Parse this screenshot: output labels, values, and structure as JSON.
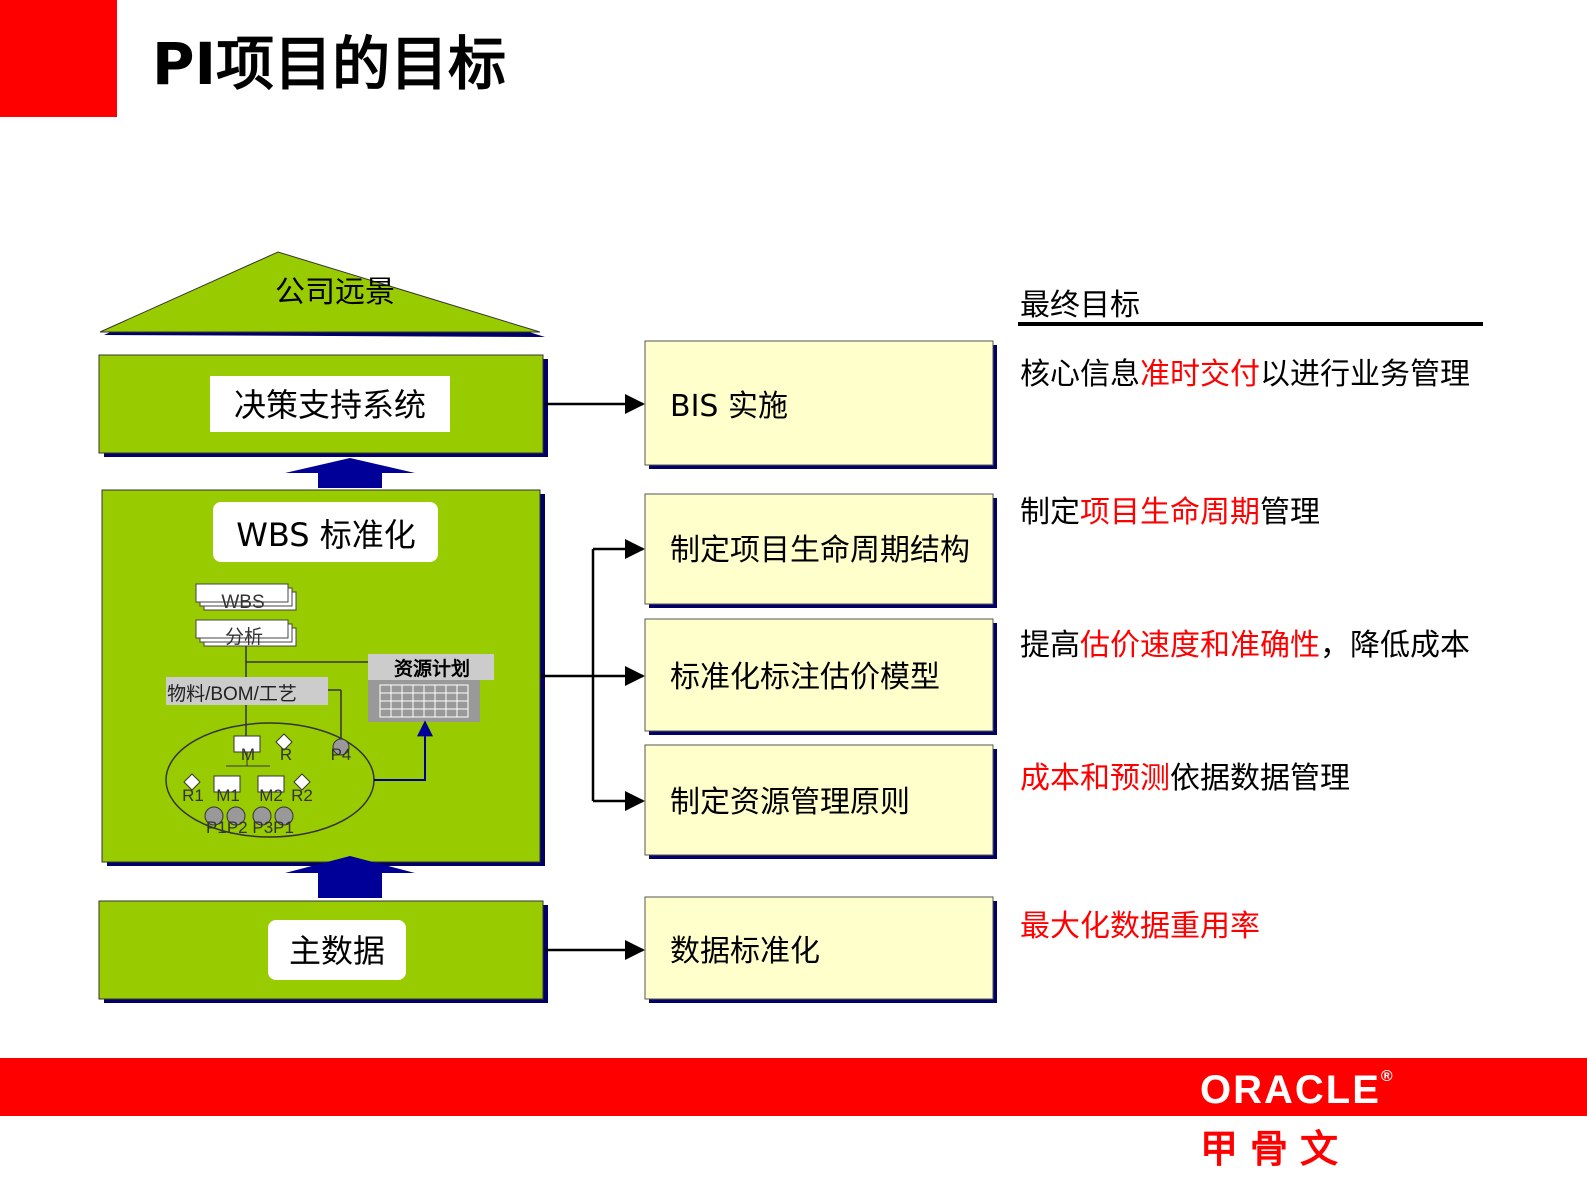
{
  "title": "PI项目的目标",
  "colors": {
    "accent": "#ff0000",
    "box_green": "#99cc00",
    "box_yellow": "#ffffcc",
    "arrow_navy": "#000099"
  },
  "pyramid": {
    "vision": "公司远景",
    "dss": "决策支持系统",
    "wbs": "WBS 标准化",
    "master_data": "主数据"
  },
  "wbs_detail": {
    "wbs_card": "WBS",
    "analysis_card": "分析",
    "resource_plan": "资源计划",
    "materials": "物料/BOM/工艺",
    "nodes": {
      "m": "M",
      "r": "R",
      "p4": "P4",
      "r1": "R1",
      "m1": "M1",
      "m2": "M2",
      "r2": "R2",
      "bottom": "P1P2 P3P1"
    }
  },
  "actions": [
    "BIS 实施",
    "制定项目生命周期结构",
    "标准化标注估价模型",
    "制定资源管理原则",
    "数据标准化"
  ],
  "goals_header": "最终目标",
  "goals": [
    {
      "parts": [
        {
          "text": "核心信息"
        },
        {
          "text": "准时交付",
          "red": true
        },
        {
          "text": "以进行业务管理"
        }
      ]
    },
    {
      "parts": [
        {
          "text": "制定"
        },
        {
          "text": "项目生命周期",
          "red": true
        },
        {
          "text": "管理"
        }
      ]
    },
    {
      "parts": [
        {
          "text": "提高"
        },
        {
          "text": "估价速度和准确性",
          "red": true
        },
        {
          "text": "，降低成本"
        }
      ]
    },
    {
      "parts": [
        {
          "text": "成本和预测",
          "red": true
        },
        {
          "text": "依据数据管理"
        }
      ]
    },
    {
      "parts": [
        {
          "text": "最大化数据重用率",
          "red": true
        }
      ]
    }
  ],
  "logo": {
    "en": "ORACLE",
    "registered": "®",
    "cn": "甲骨文"
  }
}
